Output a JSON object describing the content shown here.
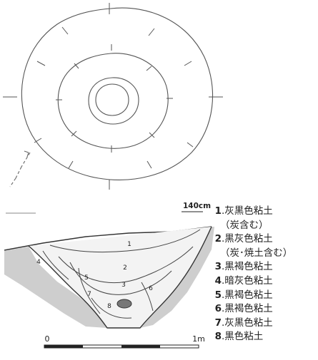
{
  "depth_label": "140cm",
  "scale": {
    "start": "0",
    "end": "1m"
  },
  "section_numbers": [
    "1",
    "2",
    "3",
    "4",
    "5",
    "6",
    "7",
    "8"
  ],
  "legend": [
    {
      "num": "1",
      "text": ".灰黒色粘土",
      "cont": "（炭含む）"
    },
    {
      "num": "2",
      "text": ".黒灰色粘土",
      "cont": "（炭･焼土含む）"
    },
    {
      "num": "3",
      "text": ".黒褐色粘土"
    },
    {
      "num": "4",
      "text": ".暗灰色粘土"
    },
    {
      "num": "5",
      "text": ".黒褐色粘土"
    },
    {
      "num": "6",
      "text": ".黒褐色粘土"
    },
    {
      "num": "7",
      "text": ".灰黒色粘土"
    },
    {
      "num": "8",
      "text": ".黒色粘土"
    }
  ]
}
